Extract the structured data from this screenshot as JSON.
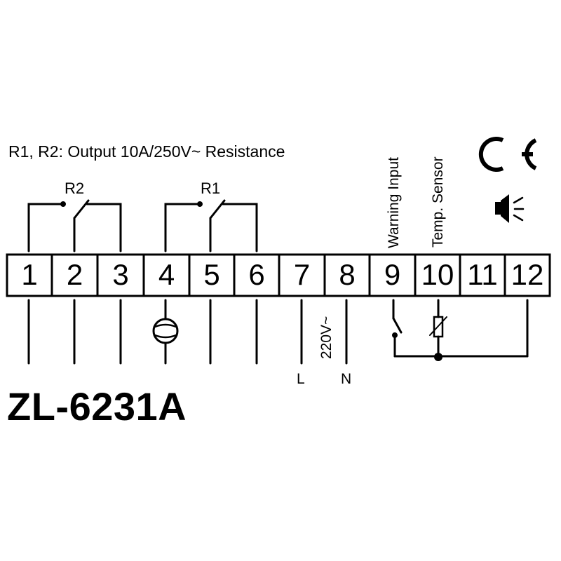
{
  "spec_note": "R1, R2: Output 10A/250V~ Resistance",
  "model": "ZL-6231A",
  "relays": [
    {
      "label": "R2"
    },
    {
      "label": "R1"
    }
  ],
  "terminals": [
    "1",
    "2",
    "3",
    "4",
    "5",
    "6",
    "7",
    "8",
    "9",
    "10",
    "11",
    "12"
  ],
  "vertical_labels": {
    "warning_input": "Warning Input",
    "temp_sensor": "Temp. Sensor",
    "supply_voltage": "220V~"
  },
  "line_labels": {
    "live": "L",
    "neutral": "N"
  },
  "icons": {
    "certification": "ce-mark-icon",
    "alarm": "speaker-icon",
    "compressor": "compressor-icon",
    "switch": "switch-icon",
    "sensor": "sensor-icon"
  },
  "colors": {
    "line": "#000000",
    "background": "#ffffff"
  }
}
